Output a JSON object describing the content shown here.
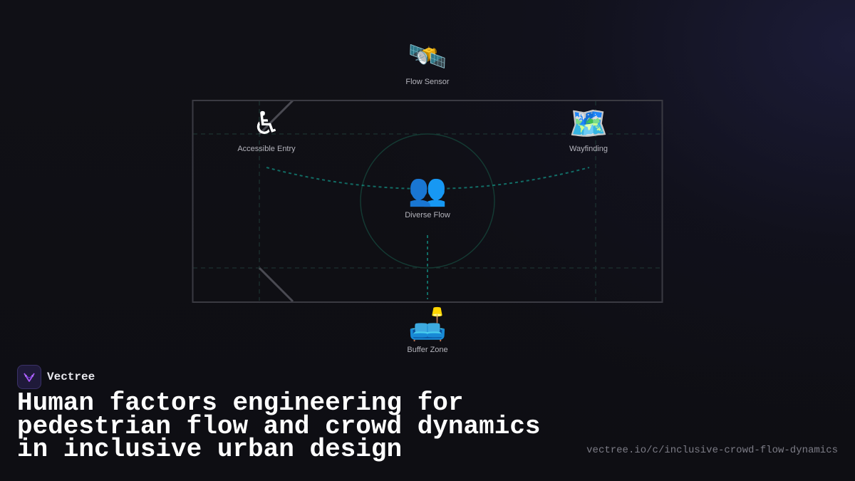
{
  "brand": {
    "name": "Vectree",
    "logo_color": "#a855f7"
  },
  "title": "Human factors engineering for pedestrian flow and crowd dynamics in inclusive urban design",
  "url": "vectree.io/c/inclusive-crowd-flow-dynamics",
  "colors": {
    "background": "#0f0f14",
    "frame": "#3a3a42",
    "flow_path": "#14b8a6",
    "grid": "#1f3a36"
  },
  "diagram": {
    "nodes": {
      "flow_sensor": {
        "label": "Flow Sensor",
        "icon": "satellite-icon",
        "emoji": "🛰️"
      },
      "accessible_entry": {
        "label": "Accessible Entry",
        "icon": "wheelchair-icon",
        "emoji": "♿"
      },
      "wayfinding": {
        "label": "Wayfinding",
        "icon": "map-icon",
        "emoji": "🗺️"
      },
      "diverse_flow": {
        "label": "Diverse Flow",
        "icon": "people-icon",
        "emoji": "👥"
      },
      "buffer_zone": {
        "label": "Buffer Zone",
        "icon": "couch-and-lamp-icon",
        "emoji": "🛋️"
      }
    }
  }
}
